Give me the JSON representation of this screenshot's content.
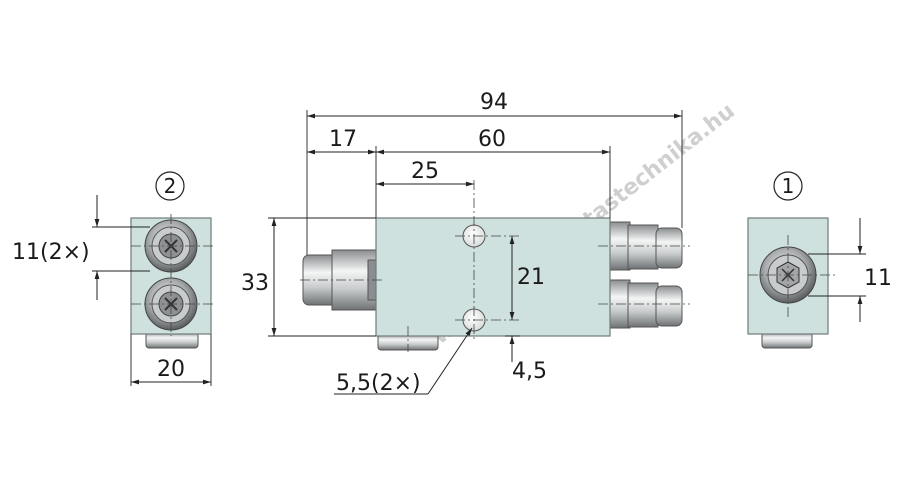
{
  "views": {
    "left": {
      "circle_label": "2",
      "dim_height": "11(2×)",
      "dim_width": "20"
    },
    "center": {
      "dim_overall": "94",
      "dim_body": "60",
      "dim_offset": "17",
      "dim_hole_x": "25",
      "dim_height": "33",
      "dim_hole_spacing": "21",
      "dim_hole_edge": "4,5",
      "dim_hole_dia": "5,5(2×)"
    },
    "right": {
      "circle_label": "1",
      "dim_height": "11"
    }
  },
  "watermark": "www.karbantartastechnika.hu",
  "colors": {
    "body": "#cfe1de",
    "outline": "#6e7c7a",
    "metal": "#b9bcbd",
    "dimension": "#222222"
  }
}
